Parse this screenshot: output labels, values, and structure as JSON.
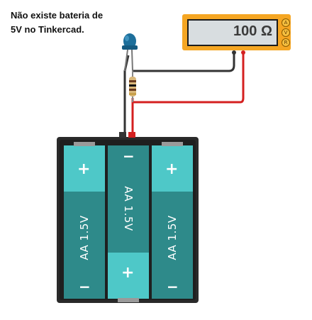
{
  "note": {
    "line1": "Não existe bateria de",
    "line2": "5V no Tinkercad."
  },
  "multimeter": {
    "reading": "100 Ω",
    "buttons": [
      "A",
      "V",
      "R"
    ],
    "body_color": "#f5a623",
    "screen_color": "#d8dde0"
  },
  "batteries": [
    {
      "label": "AA 1.5V",
      "top_sign": "+",
      "bottom_sign": "−",
      "orientation": "up"
    },
    {
      "label": "AA 1.5V",
      "top_sign": "−",
      "bottom_sign": "+",
      "orientation": "down"
    },
    {
      "label": "AA 1.5V",
      "top_sign": "+",
      "bottom_sign": "−",
      "orientation": "up"
    }
  ],
  "colors": {
    "battery_teal": "#2e8a8a",
    "battery_cap": "#4ec8c8",
    "holder": "#2a2a2a",
    "wire_red": "#d42020",
    "wire_black": "#333333",
    "led_blue": "#1d6f9b"
  }
}
